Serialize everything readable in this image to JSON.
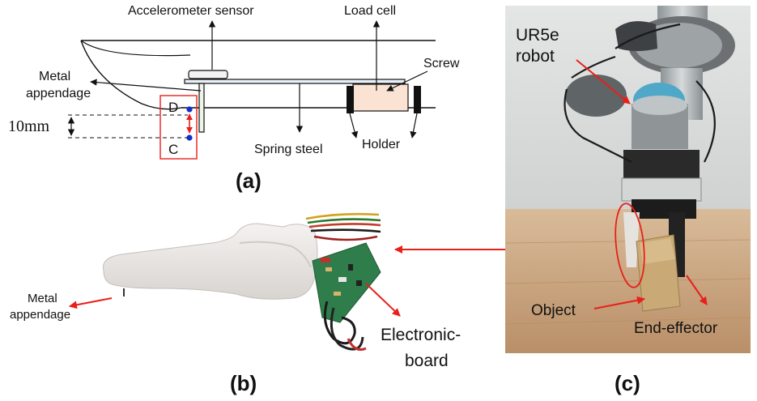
{
  "panel_a": {
    "accelerometer_label": "Accelerometer sensor",
    "load_cell_label": "Load cell",
    "screw_label": "Screw",
    "metal_appendage_line1": "Metal",
    "metal_appendage_line2": "appendage",
    "point_d": "D",
    "point_c": "C",
    "distance_label": "10mm",
    "spring_steel_label": "Spring steel",
    "holder_label": "Holder",
    "caption": "(a)"
  },
  "panel_b": {
    "metal_appendage_line1": "Metal",
    "metal_appendage_line2": "appendage",
    "electronic_board_line1": "Electronic-",
    "electronic_board_line2": "board",
    "caption": "(b)"
  },
  "panel_c": {
    "robot_line1": "UR5e",
    "robot_line2": "robot",
    "object_label": "Object",
    "end_effector_label": "End-effector",
    "caption": "(c)"
  },
  "colors": {
    "annotation_red": "#e8201a",
    "point_blue": "#1230c8",
    "load_cell_fill": "#fbe3d3",
    "holder_black": "#111111",
    "finger_white": "#ece9e6",
    "board_green": "#2e7d4a",
    "photo_wall": "#d7dad8",
    "photo_floor": "#c9a684"
  }
}
